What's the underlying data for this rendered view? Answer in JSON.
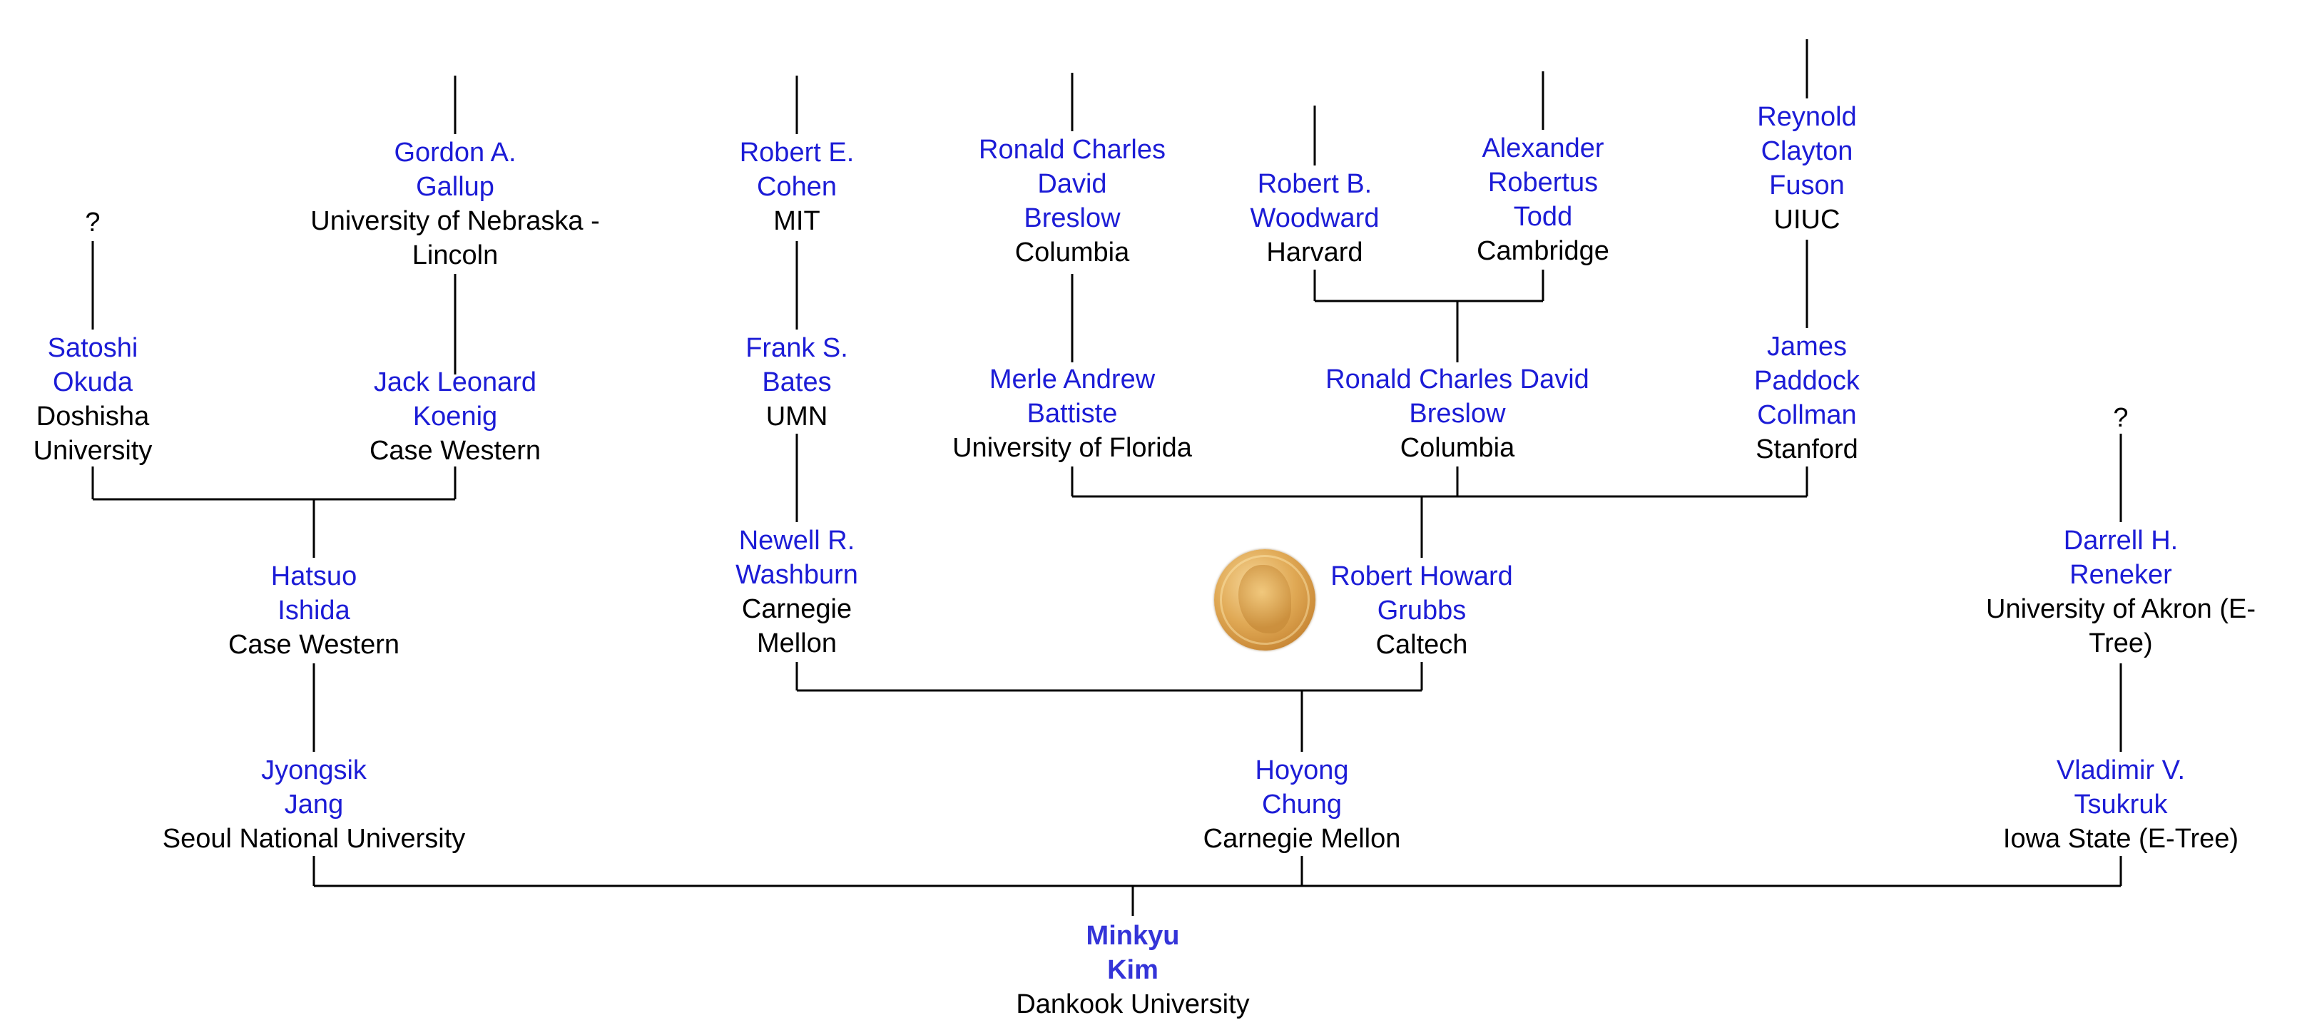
{
  "colors": {
    "name": "#1c1cd6",
    "root_name": "#3434d8",
    "institution": "#000000",
    "line": "#000000"
  },
  "people": {
    "gallup": {
      "name_lines": [
        "Gordon A.",
        "Gallup"
      ],
      "inst_lines": [
        "University of Nebraska -",
        "Lincoln"
      ]
    },
    "cohen": {
      "name_lines": [
        "Robert E.",
        "Cohen"
      ],
      "inst_lines": [
        "MIT"
      ]
    },
    "breslow1": {
      "name_lines": [
        "Ronald Charles",
        "David",
        "Breslow"
      ],
      "inst_lines": [
        "Columbia"
      ]
    },
    "woodward": {
      "name_lines": [
        "Robert B.",
        "Woodward"
      ],
      "inst_lines": [
        "Harvard"
      ]
    },
    "todd": {
      "name_lines": [
        "Alexander",
        "Robertus",
        "Todd"
      ],
      "inst_lines": [
        "Cambridge"
      ]
    },
    "fuson": {
      "name_lines": [
        "Reynold",
        "Clayton",
        "Fuson"
      ],
      "inst_lines": [
        "UIUC"
      ]
    },
    "unknown1": {
      "name_lines": [
        "?"
      ],
      "inst_lines": []
    },
    "okuda": {
      "name_lines": [
        "Satoshi",
        "Okuda"
      ],
      "inst_lines": [
        "Doshisha",
        "University"
      ]
    },
    "koenig": {
      "name_lines": [
        "Jack Leonard",
        "Koenig"
      ],
      "inst_lines": [
        "Case Western"
      ]
    },
    "bates": {
      "name_lines": [
        "Frank S.",
        "Bates"
      ],
      "inst_lines": [
        "UMN"
      ]
    },
    "battiste": {
      "name_lines": [
        "Merle Andrew",
        "Battiste"
      ],
      "inst_lines": [
        "University of Florida"
      ]
    },
    "breslow2": {
      "name_lines": [
        "Ronald Charles David",
        "Breslow"
      ],
      "inst_lines": [
        "Columbia"
      ]
    },
    "collman": {
      "name_lines": [
        "James",
        "Paddock",
        "Collman"
      ],
      "inst_lines": [
        "Stanford"
      ]
    },
    "unknown2": {
      "name_lines": [
        "?"
      ],
      "inst_lines": []
    },
    "ishida": {
      "name_lines": [
        "Hatsuo",
        "Ishida"
      ],
      "inst_lines": [
        "Case Western"
      ]
    },
    "washburn": {
      "name_lines": [
        "Newell R.",
        "Washburn"
      ],
      "inst_lines": [
        "Carnegie",
        "Mellon"
      ]
    },
    "grubbs": {
      "name_lines": [
        "Robert Howard",
        "Grubbs"
      ],
      "inst_lines": [
        "Caltech"
      ]
    },
    "reneker": {
      "name_lines": [
        "Darrell H.",
        "Reneker"
      ],
      "inst_lines": [
        "University of Akron (E-",
        "Tree)"
      ]
    },
    "jang": {
      "name_lines": [
        "Jyongsik",
        "Jang"
      ],
      "inst_lines": [
        "Seoul National University"
      ]
    },
    "chung": {
      "name_lines": [
        "Hoyong",
        "Chung"
      ],
      "inst_lines": [
        "Carnegie Mellon"
      ]
    },
    "tsukruk": {
      "name_lines": [
        "Vladimir V.",
        "Tsukruk"
      ],
      "inst_lines": [
        "Iowa State (E-Tree)"
      ]
    },
    "kim": {
      "name_lines": [
        "Minkyu",
        "Kim"
      ],
      "inst_lines": [
        "Dankook University"
      ]
    }
  },
  "medal": {
    "icon": "nobel-medal-icon"
  }
}
